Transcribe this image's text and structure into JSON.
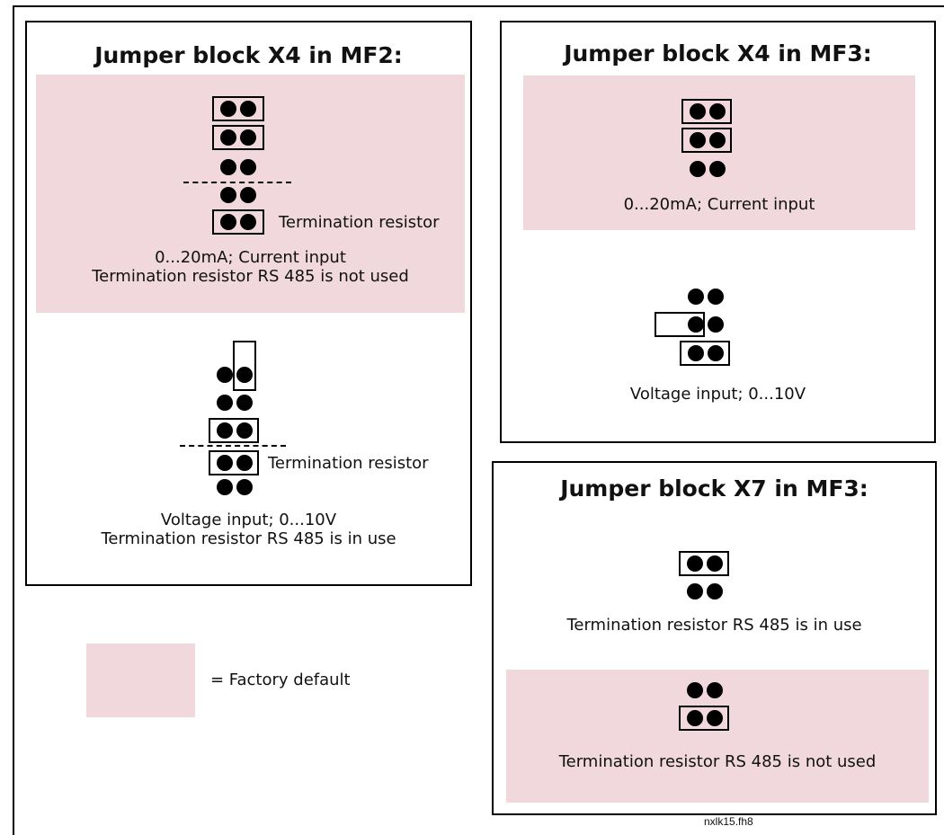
{
  "panels": {
    "x4_mf2": {
      "title": "Jumper block X4 in MF2:",
      "config_current": {
        "side_label": "Termination resistor",
        "caption_line1": "0...20mA; Current input",
        "caption_line2": "Termination resistor RS 485 is not used"
      },
      "config_voltage": {
        "side_label": "Termination resistor",
        "caption_line1": "Voltage input; 0...10V",
        "caption_line2": "Termination resistor RS 485 is in use"
      }
    },
    "x4_mf3": {
      "title": "Jumper block X4 in MF3:",
      "config_current": {
        "caption": "0...20mA; Current input"
      },
      "config_voltage": {
        "caption": "Voltage input; 0...10V"
      }
    },
    "x7_mf3": {
      "title": "Jumper block X7 in MF3:",
      "config_in_use": {
        "caption": "Termination resistor RS 485 is in use"
      },
      "config_not_used": {
        "caption": "Termination resistor RS 485 is not used"
      }
    }
  },
  "legend": {
    "label": "= Factory default",
    "color": "#f0d8dc"
  },
  "colors": {
    "factory_default": "#f0d8dc",
    "line": "#000000"
  },
  "figure_ref": "nxlk15.fh8"
}
